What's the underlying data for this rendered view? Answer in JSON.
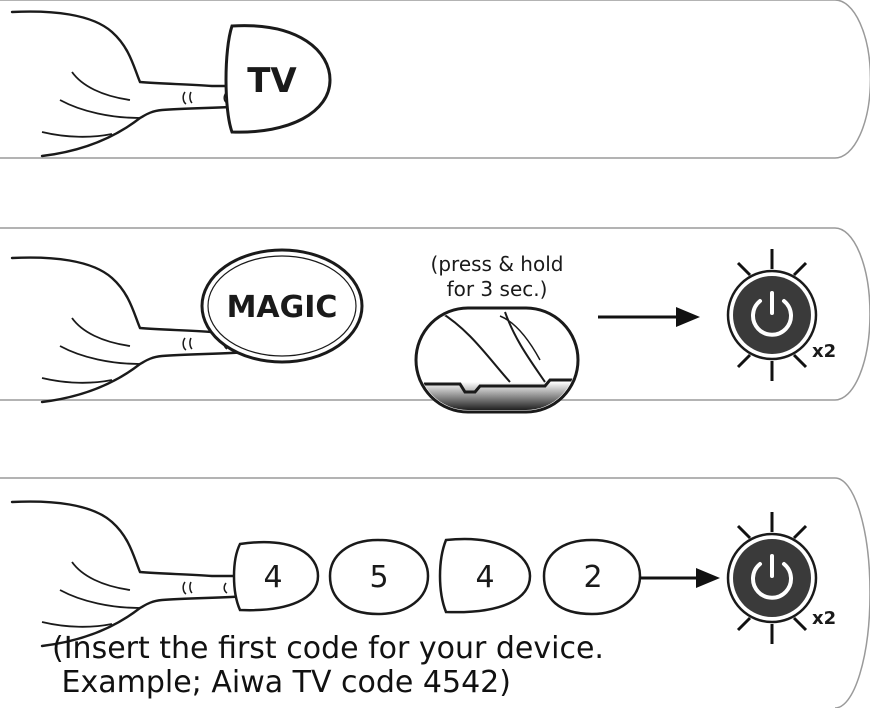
{
  "step1": {
    "button_label": "TV"
  },
  "step2": {
    "button_label": "MAGIC",
    "instruction_line1": "(press & hold",
    "instruction_line2": "for 3 sec.)",
    "blink_count": "x2"
  },
  "step3": {
    "digits": [
      "4",
      "5",
      "4",
      "2"
    ],
    "blink_count": "x2",
    "caption_line1": "(Insert the first code for your device.",
    "caption_line2": " Example; Aiwa TV code 4542)"
  },
  "colors": {
    "ink": "#1a1a1a",
    "led": "#3a3a3a",
    "panel_border": "#9a9a9a"
  },
  "icons": [
    "hand-pressing-icon",
    "power-led-icon",
    "arrow-right-icon",
    "led-ray-icon"
  ]
}
